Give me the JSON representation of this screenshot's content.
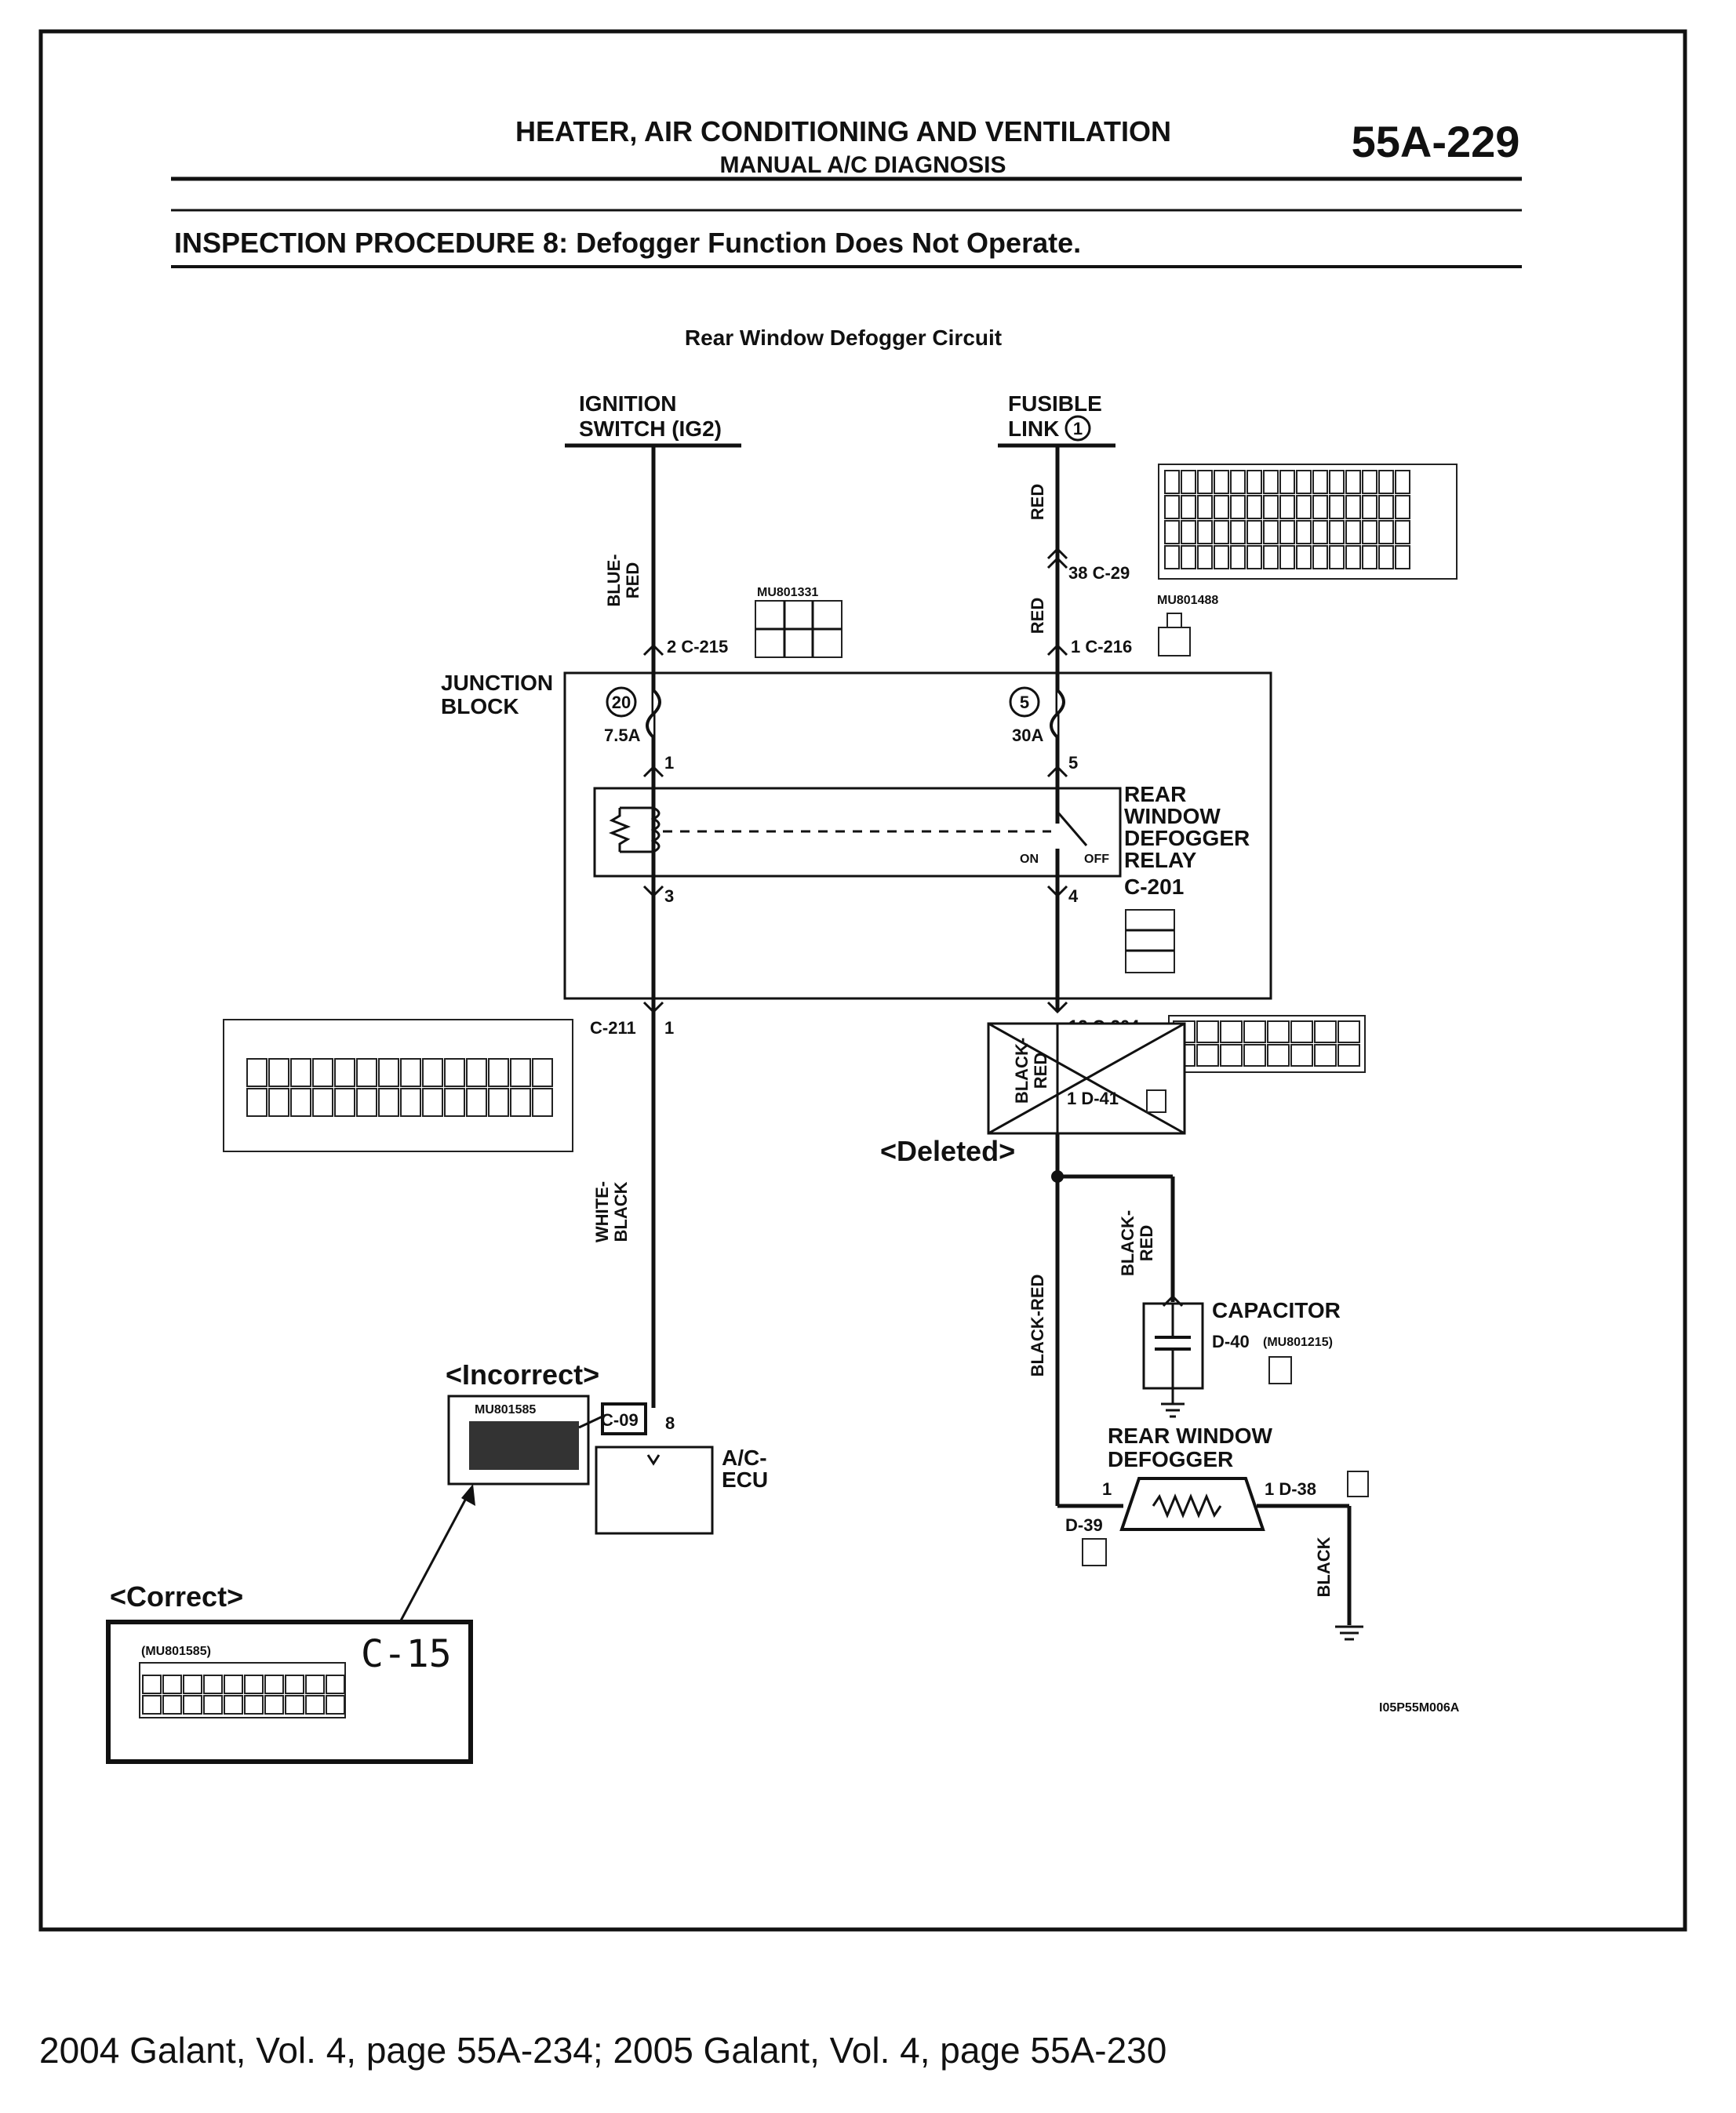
{
  "header": {
    "title": "HEATER, AIR CONDITIONING AND VENTILATION",
    "subtitle": "MANUAL A/C DIAGNOSIS",
    "page_number": "55A-229"
  },
  "procedure": "INSPECTION PROCEDURE 8: Defogger Function Does Not Operate.",
  "diagram": {
    "title": "Rear Window Defogger Circuit",
    "ignition": [
      "IGNITION",
      "SWITCH (IG2)"
    ],
    "fusible": [
      "FUSIBLE",
      "LINK"
    ],
    "fusible_num": "1",
    "wire_blue_red": [
      "BLUE-",
      "RED"
    ],
    "wire_red_top": "RED",
    "wire_red_mid": "RED",
    "conn_c29": "38  C-29",
    "conn_c215": "2  C-215",
    "conn_c216": "1  C-216",
    "junction": [
      "JUNCTION",
      "BLOCK"
    ],
    "fuse_left_num": "20",
    "fuse_left_amp": "7.5A",
    "fuse_right_num": "5",
    "fuse_right_amp": "30A",
    "pin_1": "1",
    "pin_5": "5",
    "pin_3": "3",
    "pin_4": "4",
    "relay": [
      "REAR",
      "WINDOW",
      "DEFOGGER",
      "RELAY"
    ],
    "relay_conn": "C-201",
    "on": "ON",
    "off": "OFF",
    "conn_c211": "C-211",
    "pin_c211": "1",
    "conn_c204": "12  C-204",
    "deleted_box_label": "1  D-41",
    "wire_black_red_small": [
      "BLACK-",
      "RED"
    ],
    "deleted": "<Deleted>",
    "wire_white_black": [
      "WHITE-",
      "BLACK"
    ],
    "wire_black_red_long": "BLACK-RED",
    "wire_black_red_cap": [
      "BLACK-",
      "RED"
    ],
    "capacitor": "CAPACITOR",
    "conn_d40": "D-40",
    "incorrect": "<Incorrect>",
    "conn_c09": "C-09",
    "pin_8": "8",
    "ac_ecu": [
      "A/C-",
      "ECU"
    ],
    "defogger": [
      "REAR WINDOW",
      "DEFOGGER"
    ],
    "pin_d39": "1",
    "conn_d39": "D-39",
    "conn_d38": "1  D-38",
    "wire_black": "BLACK",
    "correct": "<Correct>",
    "correct_conn": "C-15",
    "correct_part": "(MU801585)",
    "figure_code": "I05P55M006A",
    "part_c215": "MU801331",
    "part_c216": "MU801488",
    "part_d40": "(MU801215)",
    "part_c09": "MU801585"
  },
  "footer": "2004 Galant, Vol. 4, page 55A-234; 2005 Galant, Vol. 4, page 55A-230"
}
